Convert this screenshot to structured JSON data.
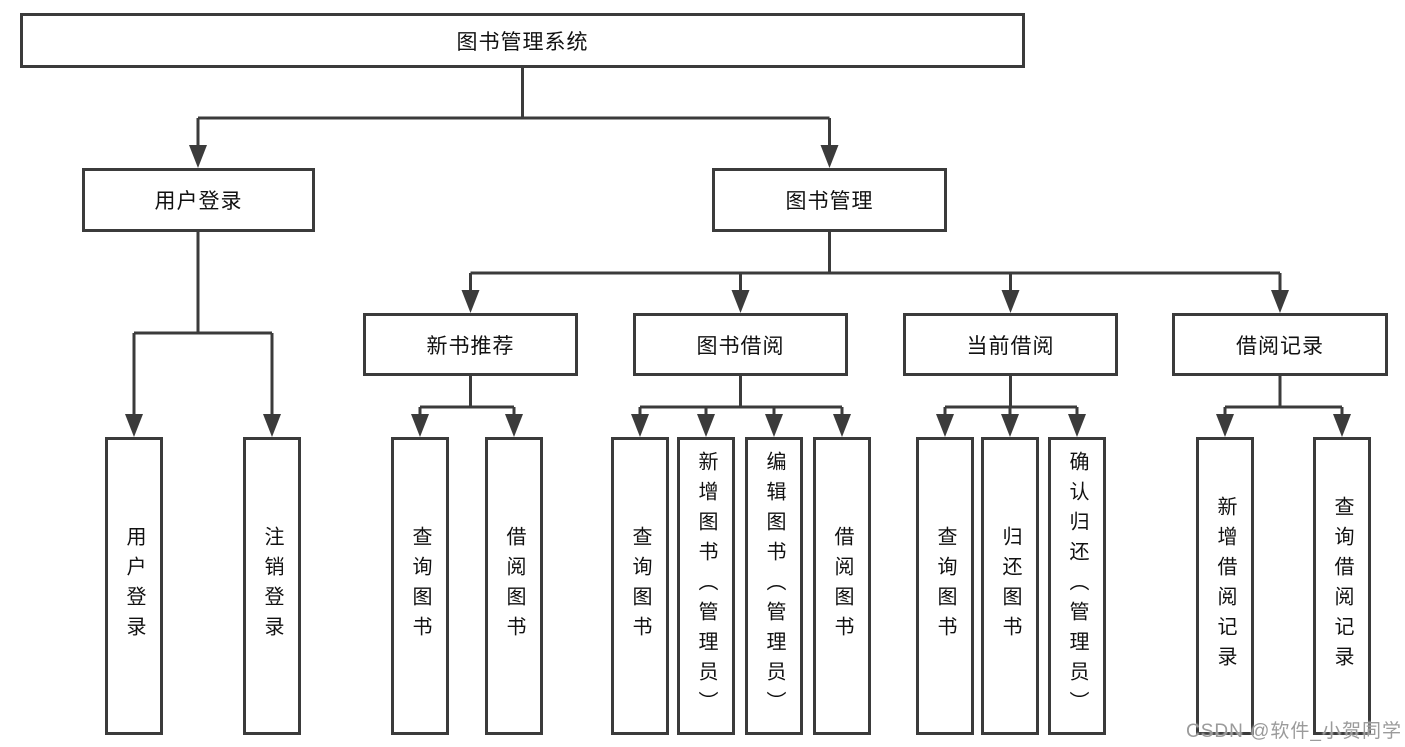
{
  "page": {
    "background": "#ffffff",
    "line_color": "#3b3b3b",
    "box_border_color": "#3b3b3b",
    "box_fill": "#ffffff",
    "text_color": "#111111",
    "watermark_color": "#9b9b9b"
  },
  "watermark": {
    "text": "CSDN @软件_小贺同学"
  },
  "tree": {
    "label": "图书管理系统",
    "children": [
      {
        "label": "用户登录",
        "children": [
          {
            "label": "用户登录"
          },
          {
            "label": "注销登录"
          }
        ]
      },
      {
        "label": "图书管理",
        "children": [
          {
            "label": "新书推荐",
            "children": [
              {
                "label": "查询图书"
              },
              {
                "label": "借阅图书"
              }
            ]
          },
          {
            "label": "图书借阅",
            "children": [
              {
                "label": "查询图书"
              },
              {
                "label": "新增图书（管理员）"
              },
              {
                "label": "编辑图书（管理员）"
              },
              {
                "label": "借阅图书"
              }
            ]
          },
          {
            "label": "当前借阅",
            "children": [
              {
                "label": "查询图书"
              },
              {
                "label": "归还图书"
              },
              {
                "label": "确认归还（管理员）"
              }
            ]
          },
          {
            "label": "借阅记录",
            "children": [
              {
                "label": "新增借阅记录"
              },
              {
                "label": "查询借阅记录"
              }
            ]
          }
        ]
      }
    ]
  }
}
